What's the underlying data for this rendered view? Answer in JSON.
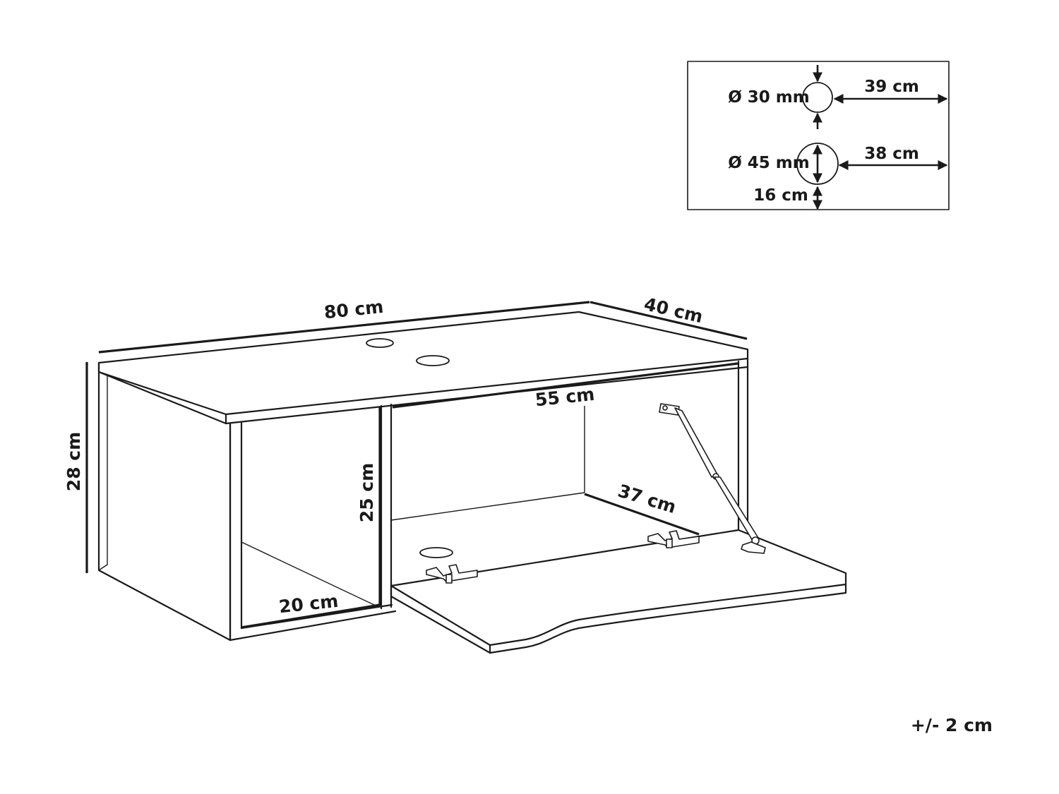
{
  "inset": {
    "hole_small": {
      "diameter": "Ø 30 mm",
      "offset": "39 cm"
    },
    "hole_large": {
      "diameter": "Ø 45 mm",
      "offset": "38 cm",
      "height": "16 cm"
    }
  },
  "dimensions": {
    "width": "80 cm",
    "depth": "40 cm",
    "height": "28 cm",
    "inner_height": "25 cm",
    "inner_width": "55 cm",
    "inner_depth": "37 cm",
    "shelf_width": "20 cm"
  },
  "tolerance": "+/- 2 cm"
}
